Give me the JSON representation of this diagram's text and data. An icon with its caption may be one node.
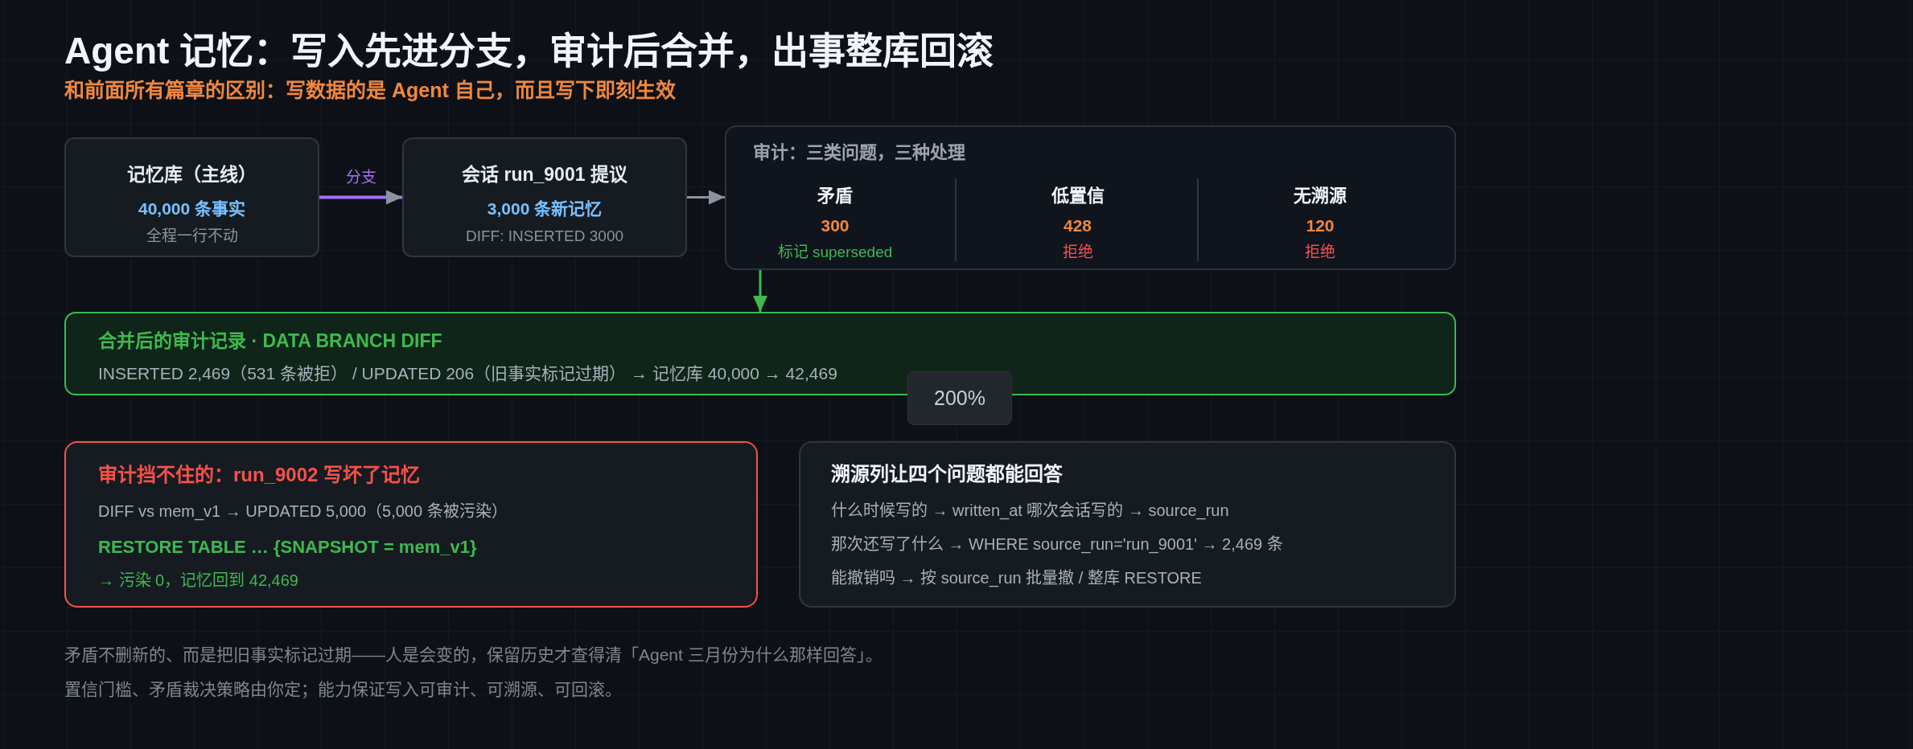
{
  "diagram": {
    "title": "Agent 记忆：写入先进分支，审计后合并，出事整库回滚",
    "nodes": [
      {
        "text": [
          "记忆库（主线）",
          "40,000 条事实",
          "全程一行不动"
        ]
      },
      {
        "text": [
          "会话 run_9001 提议",
          "3,000 条新记忆",
          "DIFF: INSERTED 3000"
        ]
      },
      {
        "text": [
          "审计：三类问题，三种处理"
        ]
      },
      {
        "text": [
          "矛盾",
          "300",
          "标记 superseded"
        ],
        "in": 2
      },
      {
        "text": [
          "低置信",
          "428",
          "拒绝"
        ],
        "in": 2
      },
      {
        "text": [
          "无溯源",
          "120",
          "拒绝"
        ],
        "in": 2
      },
      {
        "text": [
          "合并后的审计记录 · DATA BRANCH DIFF",
          "INSERTED 2,469（531 条被拒） / UPDATED 206（旧事实标记过期） → 记忆库 40,000 → 42,469"
        ]
      },
      {
        "text": [
          "审计挡不住的：run_9002 写坏了记忆",
          "DIFF vs mem_v1 → UPDATED 5,000（5,000 条被污染）",
          "RESTORE TABLE … {SNAPSHOT = mem_v1}",
          "→ 污染 0，记忆回到 42,469"
        ]
      },
      {
        "text": [
          "溯源列让四个问题都能回答",
          "什么时候写的 → written_at 哪次会话写的 → source_run",
          "那次还写了什么 → WHERE source_run='run_9001' → 2,469 条",
          "能撤销吗 → 按 source_run 批量撤 / 整库 RESTORE"
        ]
      }
    ],
    "edges": [
      {
        "from": 0,
        "to": 1,
        "arrow": "to",
        "label": "分支",
        "color": "#a371f7"
      },
      {
        "from": 1,
        "to": 2,
        "arrow": "to"
      },
      {
        "from": 2,
        "to": 6,
        "arrow": "to",
        "color": "#3fb950"
      }
    ],
    "labels": [
      "和前面所有篇章的区别：写数据的是 Agent 自己，而且写下即刻生效",
      "200%",
      "矛盾不删新的、而是把旧事实标记过期——人是会变的，保留历史才查得清「Agent 三月份为什么那样回答」。",
      "置信门槛、矛盾裁决策略由你定；能力保证写入可审计、可溯源、可回滚。"
    ]
  }
}
